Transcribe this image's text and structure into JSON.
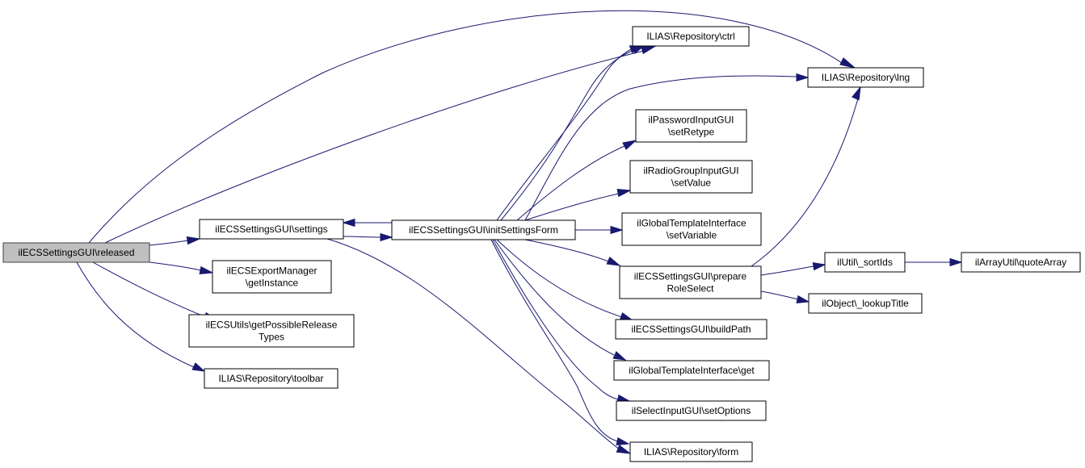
{
  "diagram": {
    "type": "call-graph",
    "colors": {
      "edge": "#191970",
      "root_fill": "#bfbfbf",
      "node_fill": "#ffffff",
      "border": "#000000"
    },
    "root": "released",
    "nodes": [
      {
        "id": "released",
        "lines": [
          "ilECSSettingsGUI\\released"
        ]
      },
      {
        "id": "settings",
        "lines": [
          "ilECSSettingsGUI\\settings"
        ]
      },
      {
        "id": "getInstance",
        "lines": [
          "ilECSExportManager",
          "\\getInstance"
        ]
      },
      {
        "id": "getPossible",
        "lines": [
          "ilECSUtils\\getPossibleRelease",
          "Types"
        ]
      },
      {
        "id": "toolbar",
        "lines": [
          "ILIAS\\Repository\\toolbar"
        ]
      },
      {
        "id": "initSettingsForm",
        "lines": [
          "ilECSSettingsGUI\\initSettingsForm"
        ]
      },
      {
        "id": "ctrl",
        "lines": [
          "ILIAS\\Repository\\ctrl"
        ]
      },
      {
        "id": "lng",
        "lines": [
          "ILIAS\\Repository\\lng"
        ]
      },
      {
        "id": "setRetype",
        "lines": [
          "ilPasswordInputGUI",
          "\\setRetype"
        ]
      },
      {
        "id": "setValue",
        "lines": [
          "ilRadioGroupInputGUI",
          "\\setValue"
        ]
      },
      {
        "id": "setVariable",
        "lines": [
          "ilGlobalTemplateInterface",
          "\\setVariable"
        ]
      },
      {
        "id": "prepareRoleSelect",
        "lines": [
          "ilECSSettingsGUI\\prepare",
          "RoleSelect"
        ]
      },
      {
        "id": "buildPath",
        "lines": [
          "ilECSSettingsGUI\\buildPath"
        ]
      },
      {
        "id": "get",
        "lines": [
          "ilGlobalTemplateInterface\\get"
        ]
      },
      {
        "id": "setOptions",
        "lines": [
          "ilSelectInputGUI\\setOptions"
        ]
      },
      {
        "id": "form",
        "lines": [
          "ILIAS\\Repository\\form"
        ]
      },
      {
        "id": "sortIds",
        "lines": [
          "ilUtil\\_sortIds"
        ]
      },
      {
        "id": "lookupTitle",
        "lines": [
          "ilObject\\_lookupTitle"
        ]
      },
      {
        "id": "quoteArray",
        "lines": [
          "ilArrayUtil\\quoteArray"
        ]
      }
    ],
    "edges": [
      {
        "from": "released",
        "to": "lng"
      },
      {
        "from": "released",
        "to": "ctrl"
      },
      {
        "from": "released",
        "to": "settings"
      },
      {
        "from": "released",
        "to": "getInstance"
      },
      {
        "from": "released",
        "to": "getPossible"
      },
      {
        "from": "released",
        "to": "toolbar"
      },
      {
        "from": "settings",
        "to": "initSettingsForm"
      },
      {
        "from": "settings",
        "to": "form"
      },
      {
        "from": "initSettingsForm",
        "to": "settings"
      },
      {
        "from": "initSettingsForm",
        "to": "ctrl"
      },
      {
        "from": "initSettingsForm",
        "to": "lng"
      },
      {
        "from": "initSettingsForm",
        "to": "setRetype"
      },
      {
        "from": "initSettingsForm",
        "to": "setValue"
      },
      {
        "from": "initSettingsForm",
        "to": "setVariable"
      },
      {
        "from": "initSettingsForm",
        "to": "prepareRoleSelect"
      },
      {
        "from": "initSettingsForm",
        "to": "buildPath"
      },
      {
        "from": "initSettingsForm",
        "to": "get"
      },
      {
        "from": "initSettingsForm",
        "to": "setOptions"
      },
      {
        "from": "initSettingsForm",
        "to": "form"
      },
      {
        "from": "prepareRoleSelect",
        "to": "lng"
      },
      {
        "from": "prepareRoleSelect",
        "to": "sortIds"
      },
      {
        "from": "prepareRoleSelect",
        "to": "lookupTitle"
      },
      {
        "from": "sortIds",
        "to": "quoteArray"
      }
    ]
  }
}
